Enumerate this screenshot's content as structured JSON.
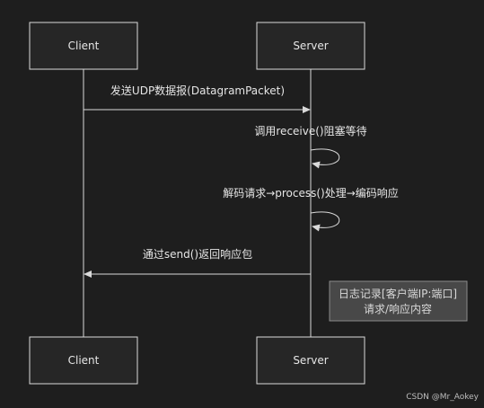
{
  "actors": {
    "client": "Client",
    "server": "Server"
  },
  "messages": {
    "m1": "发送UDP数据报(DatagramPacket)",
    "m2": "调用receive()阻塞等待",
    "m3": "解码请求→process()处理→编码响应",
    "m4": "通过send()返回响应包"
  },
  "note": {
    "line1": "日志记录[客户端IP:端口]",
    "line2": "请求/响应内容"
  },
  "watermark": "CSDN @Mr_Aokey",
  "colors": {
    "background": "#1e1e1e",
    "actor_fill": "#262626",
    "stroke": "#d9d9d9",
    "note_fill": "#484848",
    "note_stroke": "#8a8a8a"
  }
}
